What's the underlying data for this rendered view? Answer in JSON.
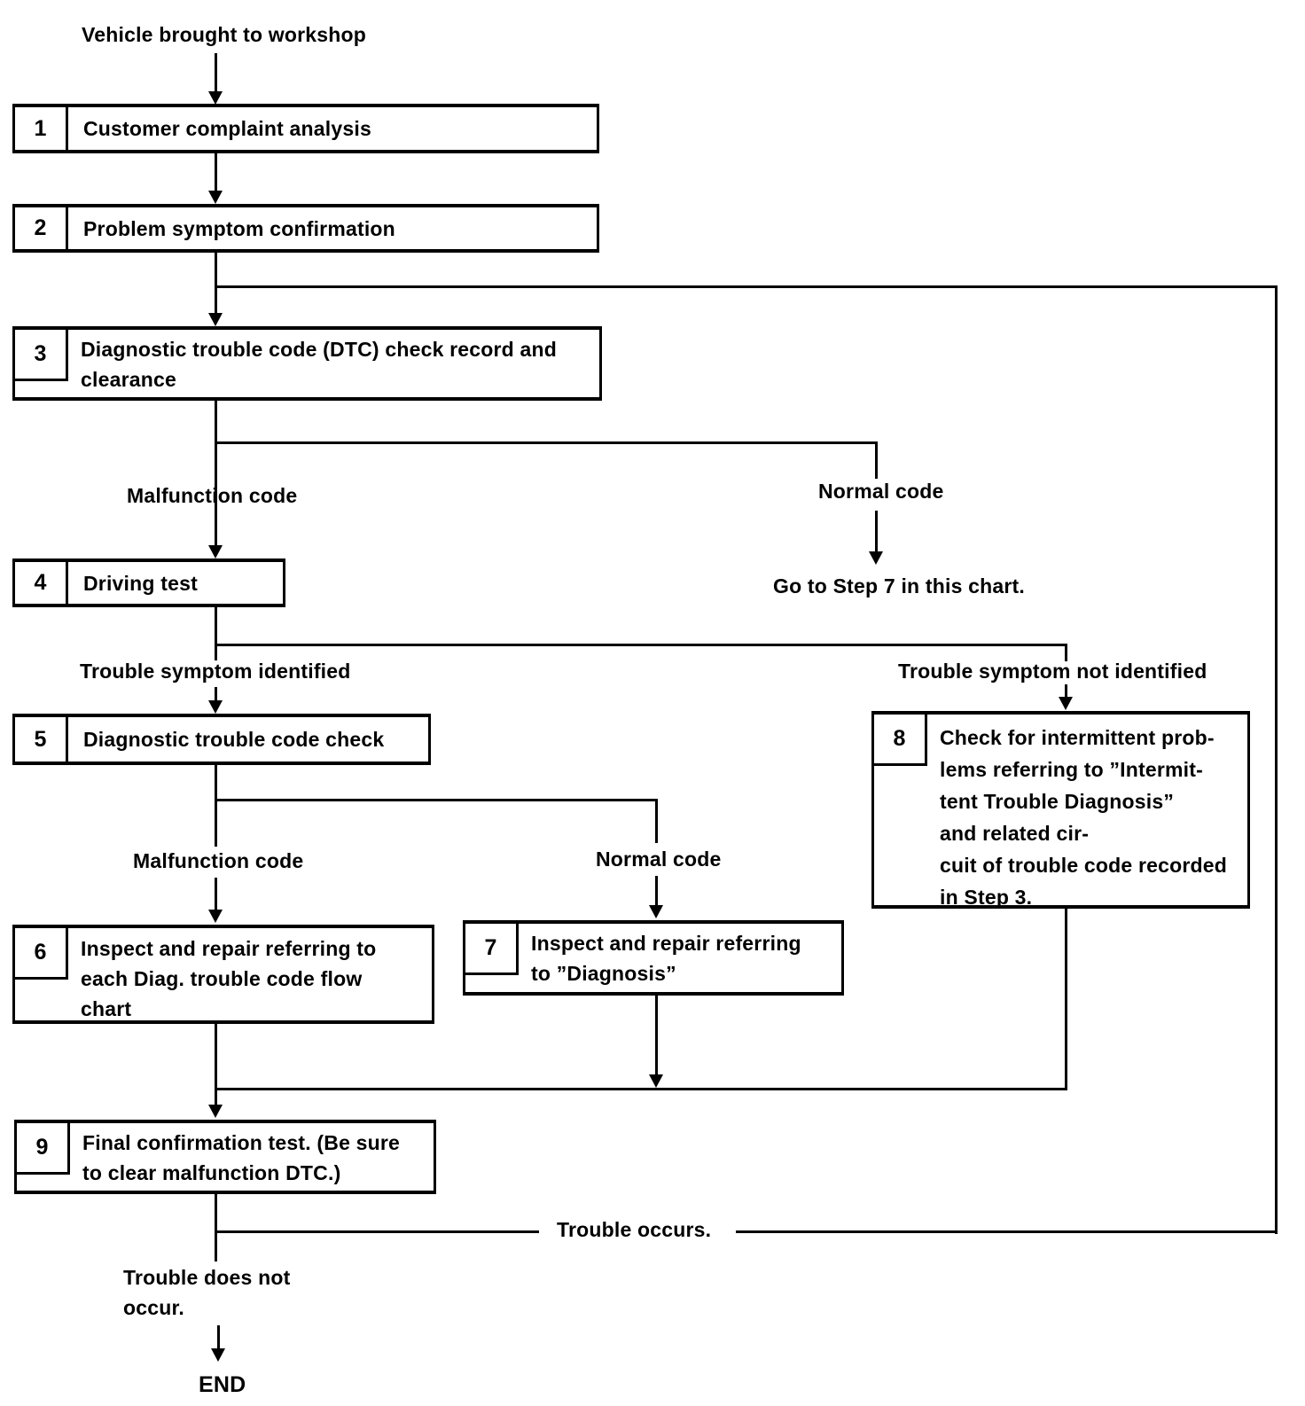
{
  "flow": {
    "start_label": "Vehicle brought to workshop",
    "end_label": "END",
    "steps": [
      {
        "num": "1",
        "text": "Customer complaint analysis"
      },
      {
        "num": "2",
        "text": "Problem symptom confirmation"
      },
      {
        "num": "3",
        "lines": [
          "Diagnostic trouble code (DTC) check record and",
          "clearance"
        ]
      },
      {
        "num": "4",
        "text": "Driving test"
      },
      {
        "num": "5",
        "text": "Diagnostic trouble code check"
      },
      {
        "num": "6",
        "lines": [
          "Inspect and repair referring to",
          "each Diag. trouble code flow",
          "chart"
        ]
      },
      {
        "num": "7",
        "lines": [
          "Inspect and repair referring",
          "to ”Diagnosis”"
        ]
      },
      {
        "num": "8",
        "lines": [
          "Check for intermittent prob-",
          "lems referring to ”Intermit-",
          "tent Trouble Diagnosis”",
          "and related cir-",
          "cuit of trouble code recorded",
          "in Step 3."
        ]
      },
      {
        "num": "9",
        "lines": [
          "Final confirmation test. (Be sure",
          "to clear malfunction DTC.)"
        ]
      }
    ],
    "branch_labels": {
      "malfunction_code_1": "Malfunction code",
      "normal_code_1": "Normal code",
      "goto_step7": "Go to Step 7 in this chart.",
      "symptom_identified": "Trouble symptom identified",
      "symptom_not_identified": "Trouble symptom not identified",
      "malfunction_code_2": "Malfunction code",
      "normal_code_2": "Normal code",
      "trouble_occurs": "Trouble occurs.",
      "trouble_does_not_occur_line1": "Trouble does not",
      "trouble_does_not_occur_line2": "occur."
    },
    "colors": {
      "ink": "#000000",
      "paper": "#ffffff"
    }
  }
}
